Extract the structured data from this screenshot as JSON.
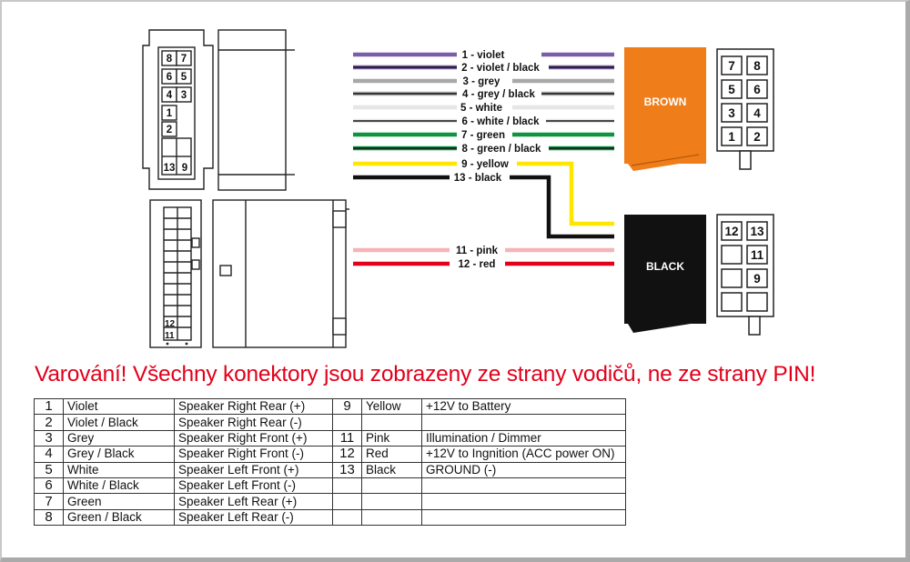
{
  "wires": [
    {
      "label": "1 - violet",
      "color": "#7a5fa8",
      "stripe": null
    },
    {
      "label": "2 - violet / black",
      "color": "#7a5fa8",
      "stripe": "#111111"
    },
    {
      "label": "3 - grey",
      "color": "#a8a8a8",
      "stripe": null
    },
    {
      "label": "4 - grey / black",
      "color": "#a8a8a8",
      "stripe": "#111111"
    },
    {
      "label": "5 - white",
      "color": "#e8e8e8",
      "stripe": null
    },
    {
      "label": "6 - white / black",
      "color": "#e8e8e8",
      "stripe": "#111111"
    },
    {
      "label": "7 - green",
      "color": "#0f9440",
      "stripe": null
    },
    {
      "label": "8 - green / black",
      "color": "#0f9440",
      "stripe": "#111111"
    },
    {
      "label": "9 - yellow",
      "color": "#ffe600",
      "stripe": null
    },
    {
      "label": "13 - black",
      "color": "#111111",
      "stripe": null
    },
    {
      "label": "11 - pink",
      "color": "#f4b4b8",
      "stripe": null
    },
    {
      "label": "12 - red",
      "color": "#e3001b",
      "stripe": null
    }
  ],
  "connectors": {
    "brown": {
      "label": "BROWN",
      "color": "#ef7d1a"
    },
    "black": {
      "label": "BLACK",
      "color": "#111111"
    }
  },
  "left_top_pins": [
    "8",
    "7",
    "6",
    "5",
    "4",
    "3",
    "1",
    "2",
    "13",
    "9"
  ],
  "left_bottom_pins": [
    "12",
    "11"
  ],
  "right_top_pins": [
    "7",
    "8",
    "5",
    "6",
    "3",
    "4",
    "1",
    "2"
  ],
  "right_bottom_pins": [
    "12",
    "13",
    "11",
    "9"
  ],
  "warning": "Varování! Všechny konektory jsou zobrazeny ze strany vodičů, ne ze strany PIN!",
  "table": [
    {
      "n": "1",
      "c": "Violet",
      "f": "Speaker Right Rear (+)",
      "n2": "9",
      "c2": "Yellow",
      "f2": "+12V to Battery"
    },
    {
      "n": "2",
      "c": "Violet / Black",
      "f": "Speaker Right Rear (-)",
      "n2": "",
      "c2": "",
      "f2": ""
    },
    {
      "n": "3",
      "c": "Grey",
      "f": "Speaker Right Front (+)",
      "n2": "11",
      "c2": "Pink",
      "f2": "Illumination / Dimmer"
    },
    {
      "n": "4",
      "c": "Grey / Black",
      "f": "Speaker Right Front (-)",
      "n2": "12",
      "c2": "Red",
      "f2": "+12V to Ingnition (ACC power ON)"
    },
    {
      "n": "5",
      "c": "White",
      "f": "Speaker Left Front (+)",
      "n2": "13",
      "c2": "Black",
      "f2": "GROUND (-)"
    },
    {
      "n": "6",
      "c": "White / Black",
      "f": "Speaker Left Front (-)",
      "n2": "",
      "c2": "",
      "f2": ""
    },
    {
      "n": "7",
      "c": "Green",
      "f": "Speaker Left Rear (+)",
      "n2": "",
      "c2": "",
      "f2": ""
    },
    {
      "n": "8",
      "c": "Green / Black",
      "f": "Speaker Left Rear (-)",
      "n2": "",
      "c2": "",
      "f2": ""
    }
  ]
}
